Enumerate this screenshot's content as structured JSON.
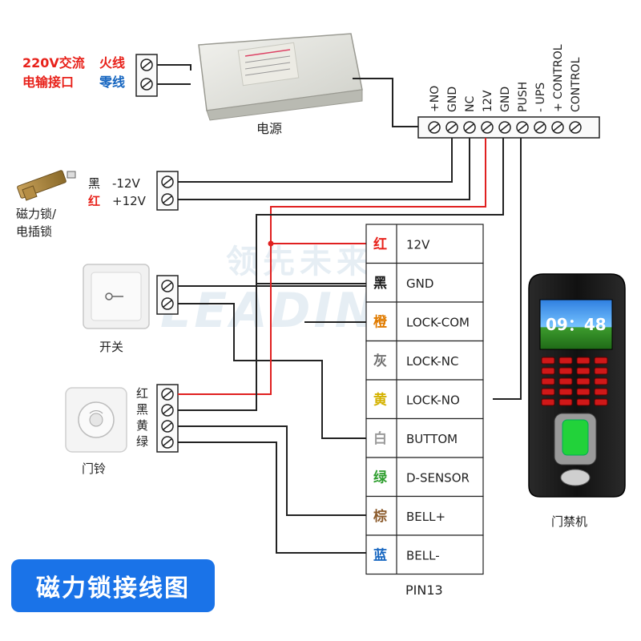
{
  "colors": {
    "red_wire": "#e02020",
    "black_wire": "#1a1a1a",
    "blue_text": "#1565c0",
    "red_text": "#e8221b",
    "orange": "#e07b00",
    "yellow": "#d4b200",
    "green": "#2e9e2e",
    "brown": "#8b5a2b",
    "gray": "#707070",
    "title_bg": "#1a73e8"
  },
  "ac_input": {
    "line1": "220V交流",
    "line2": "电输接口",
    "live": "火线",
    "neutral": "零线"
  },
  "power_supply": {
    "label": "电源"
  },
  "psu_terminals": [
    "+NO",
    "GND",
    "NC",
    "12V",
    "GND",
    "PUSH",
    "- UPS",
    "+ CONTROL",
    "CONTROL"
  ],
  "lock": {
    "label_line1": "磁力锁/",
    "label_line2": "电插锁",
    "wire_black": "黑",
    "wire_red": "红",
    "neg": "-12V",
    "pos": "+12V"
  },
  "switch": {
    "label": "开关"
  },
  "bell": {
    "label": "门铃",
    "wires": [
      "红",
      "黑",
      "黄",
      "绿"
    ]
  },
  "pin_table": {
    "caption": "PIN13",
    "rows": [
      {
        "color_name": "红",
        "signal": "12V",
        "color": "#e8221b"
      },
      {
        "color_name": "黑",
        "signal": "GND",
        "color": "#1a1a1a"
      },
      {
        "color_name": "橙",
        "signal": "LOCK-COM",
        "color": "#e07b00"
      },
      {
        "color_name": "灰",
        "signal": "LOCK-NC",
        "color": "#707070"
      },
      {
        "color_name": "黄",
        "signal": "LOCK-NO",
        "color": "#d4b200"
      },
      {
        "color_name": "白",
        "signal": "BUTTOM",
        "color": "#9a9a9a"
      },
      {
        "color_name": "绿",
        "signal": "D-SENSOR",
        "color": "#2e9e2e"
      },
      {
        "color_name": "棕",
        "signal": "BELL+",
        "color": "#8b5a2b"
      },
      {
        "color_name": "蓝",
        "signal": "BELL-",
        "color": "#1565c0"
      }
    ]
  },
  "access_device": {
    "label": "门禁机",
    "time": "09：48"
  },
  "watermark": {
    "cn": "领先未来",
    "en": "LEADING"
  },
  "title": "磁力锁接线图"
}
